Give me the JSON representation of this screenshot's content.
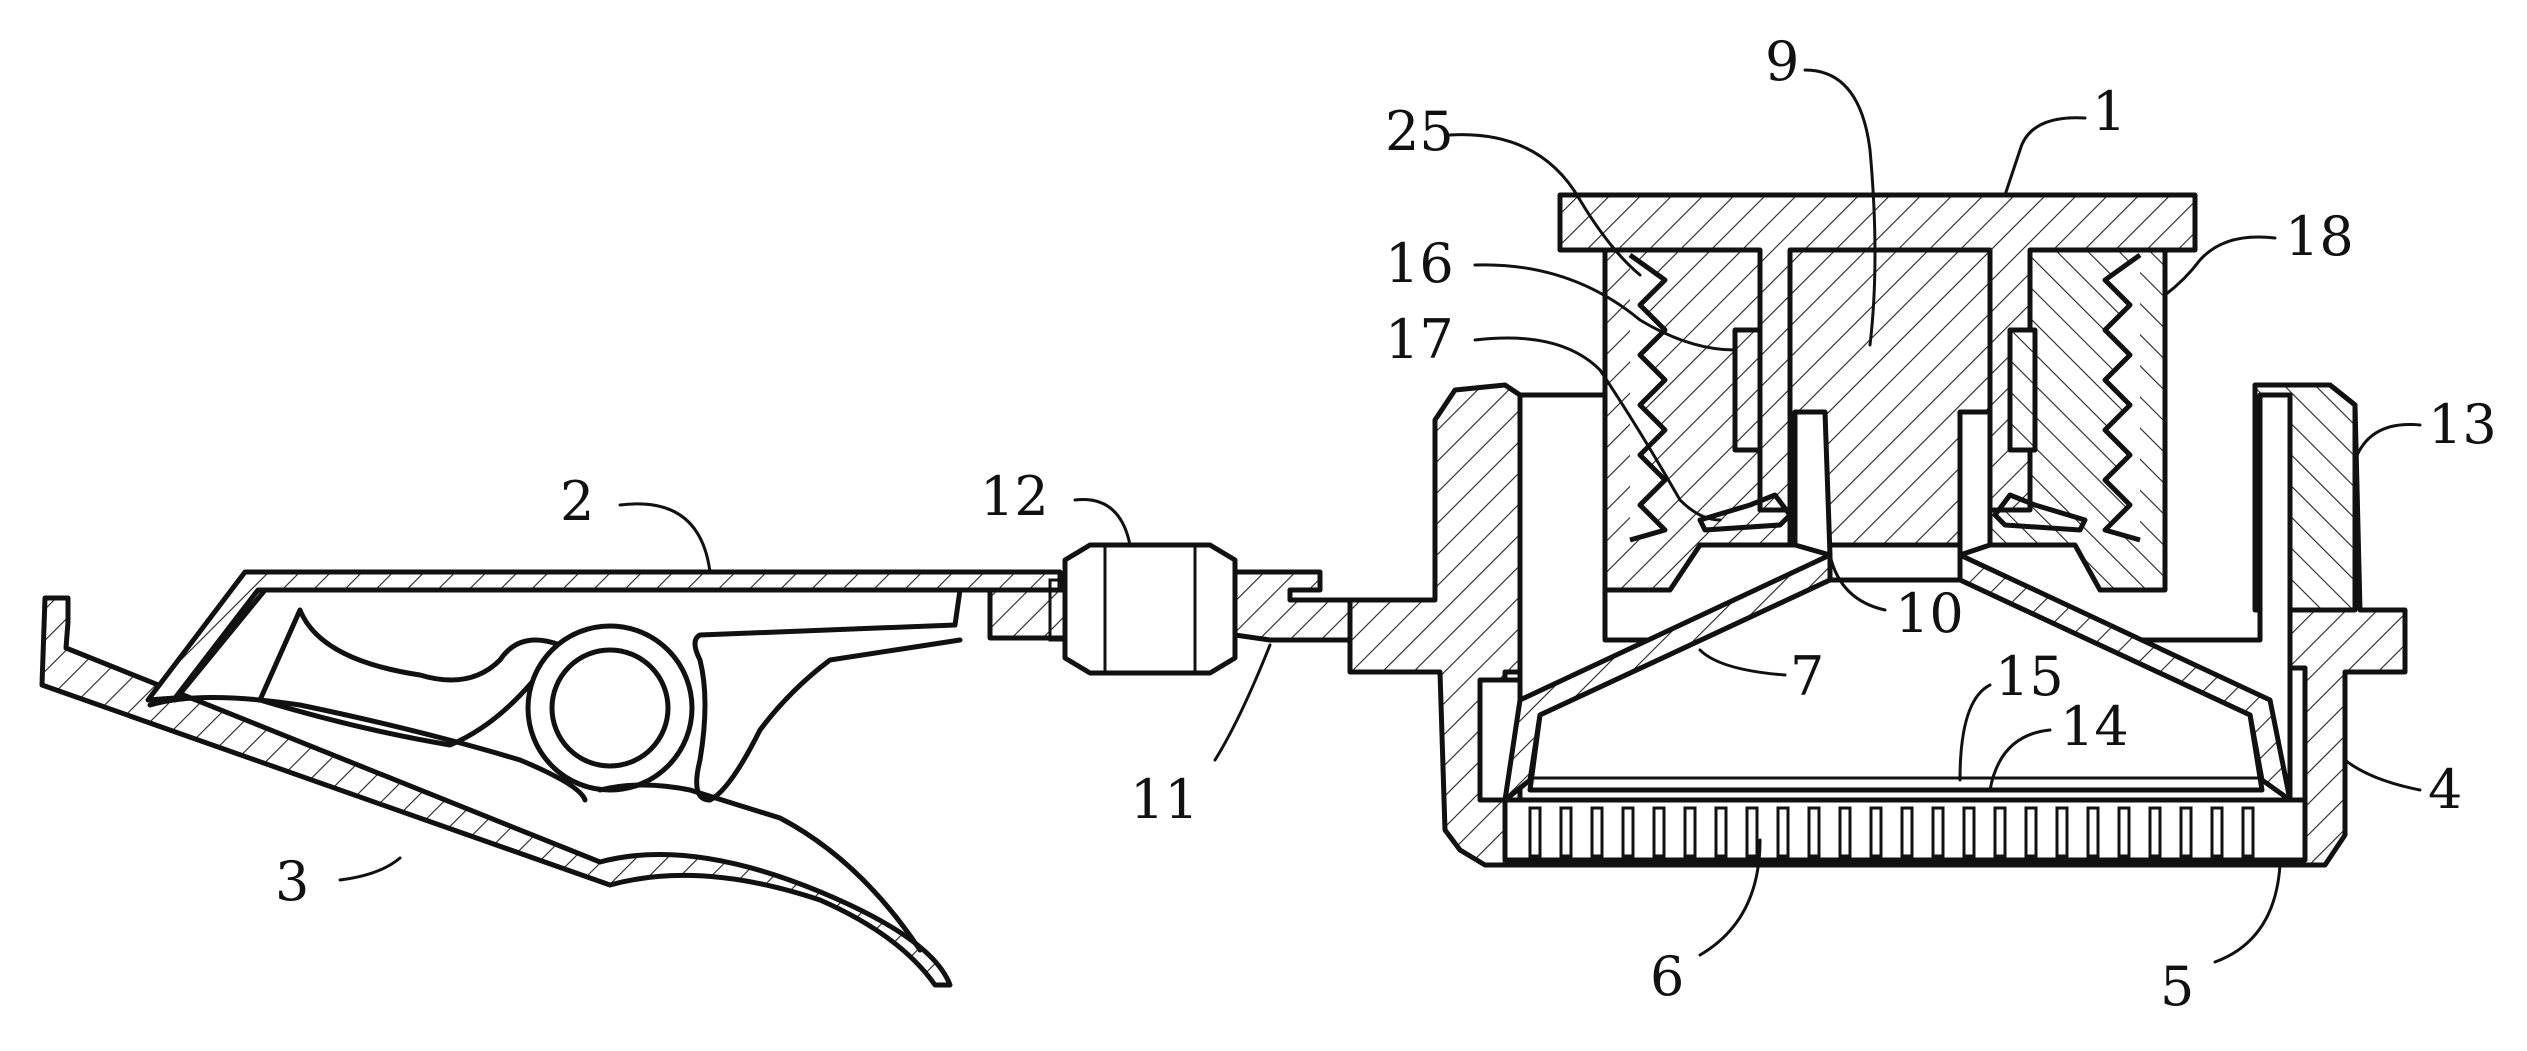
{
  "figure": {
    "reference_numerals": {
      "n1": "1",
      "n2": "2",
      "n3": "3",
      "n4": "4",
      "n5": "5",
      "n6": "6",
      "n7": "7",
      "n9": "9",
      "n10": "10",
      "n11": "11",
      "n12": "12",
      "n13": "13",
      "n14": "14",
      "n15": "15",
      "n16": "16",
      "n17": "17",
      "n18": "18",
      "n25": "25"
    }
  }
}
